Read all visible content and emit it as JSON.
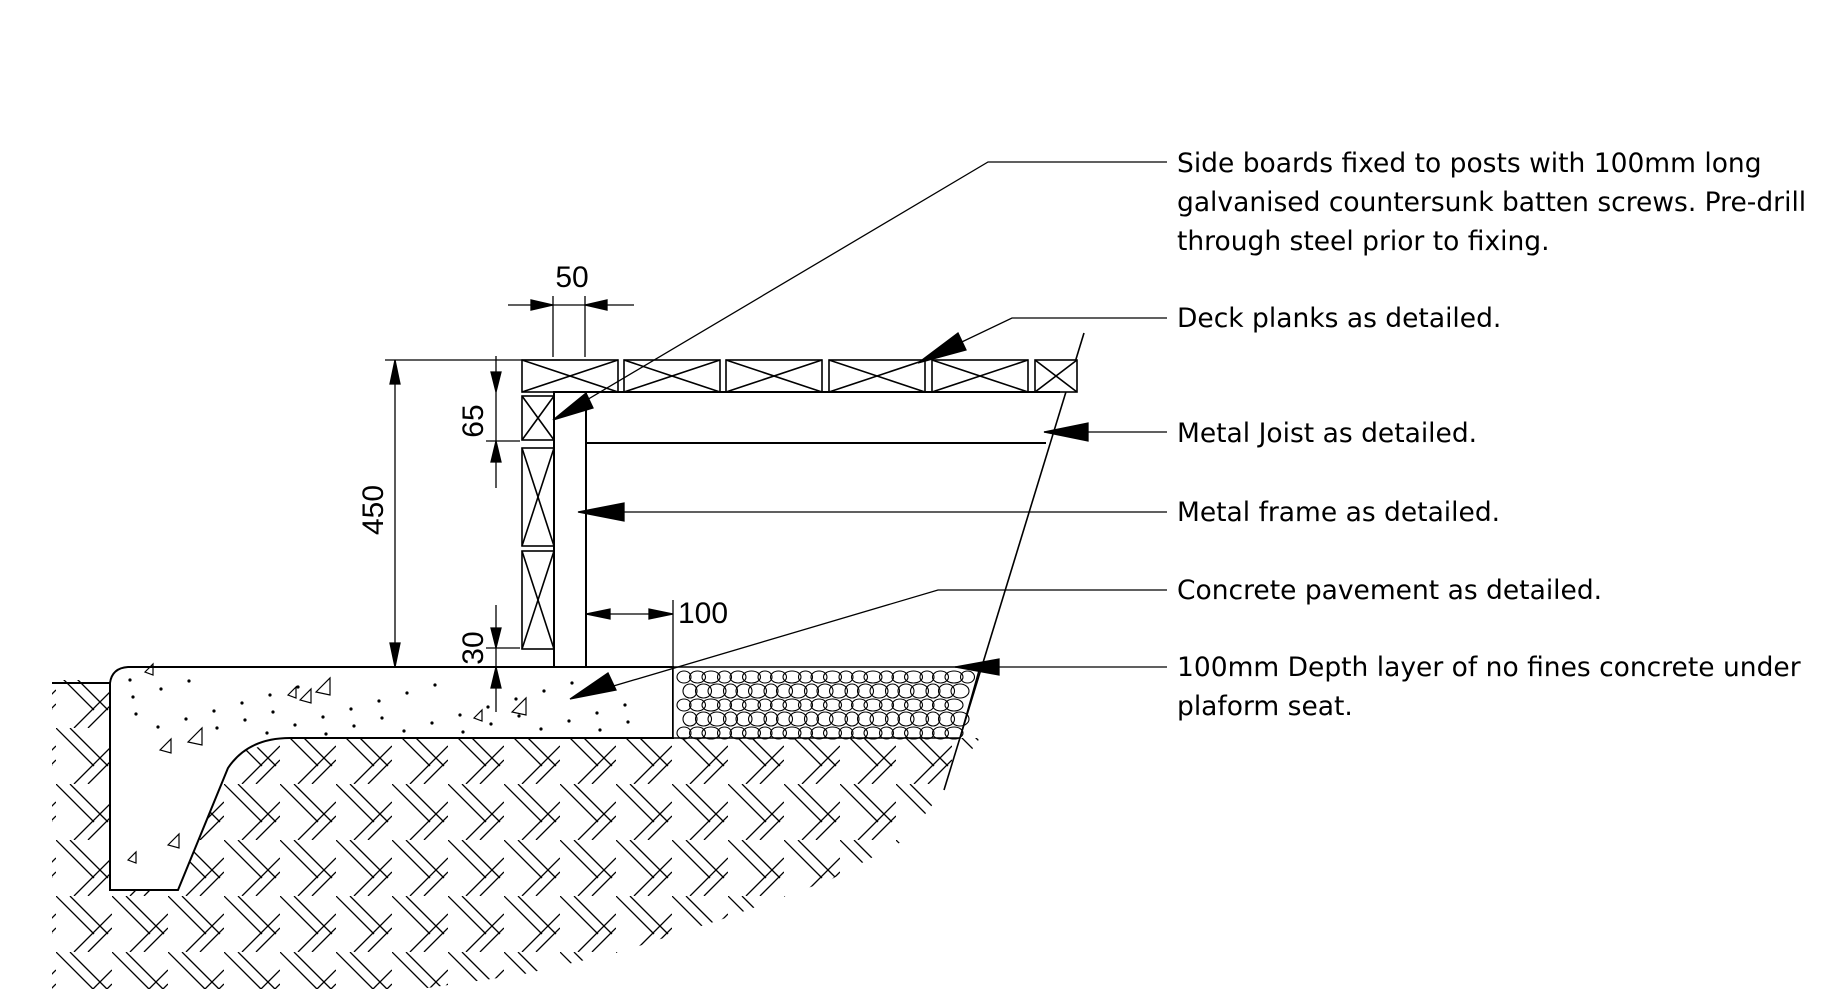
{
  "dimensions": {
    "plank_width": "50",
    "side_board": "65",
    "seat_height": "450",
    "bottom_gap": "30",
    "pavement_overhang": "100"
  },
  "notes": {
    "side_boards": "Side boards fixed to posts with 100mm long\ngalvanised countersunk batten screws. Pre-drill\nthrough steel prior to fixing.",
    "deck_planks": "Deck planks as detailed.",
    "metal_joist": "Metal Joist as detailed.",
    "metal_frame": "Metal frame as detailed.",
    "concrete_pavement": "Concrete pavement as detailed.",
    "no_fines_layer": "100mm Depth layer of no fines concrete under\nplaform seat."
  },
  "colors": {
    "line": "#000000",
    "background": "#ffffff"
  }
}
